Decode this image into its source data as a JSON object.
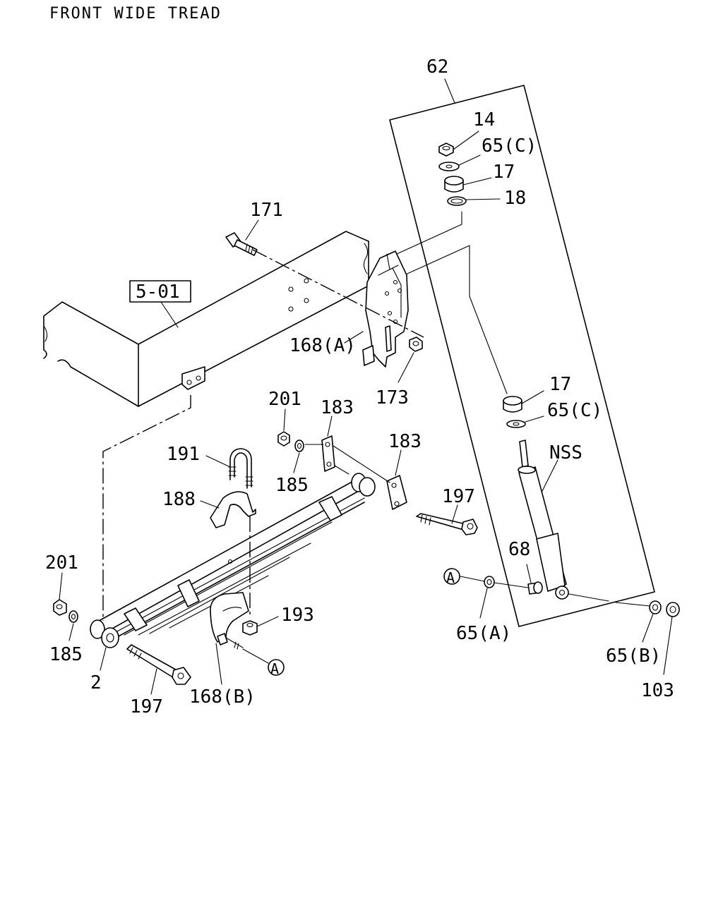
{
  "title": "FRONT WIDE TREAD",
  "reference_box": "5-01",
  "callouts": {
    "c62": "62",
    "c14": "14",
    "c65c_top": "65(C)",
    "c17_top": "17",
    "c18": "18",
    "c171": "171",
    "c168a": "168(A)",
    "c173": "173",
    "c17_mid": "17",
    "c65c_mid": "65(C)",
    "cNSS": "NSS",
    "c201_top": "201",
    "c183_left": "183",
    "c183_right": "183",
    "c191": "191",
    "c185_top": "185",
    "c188": "188",
    "c197_right": "197",
    "c68": "68",
    "c201_left": "201",
    "c185_left": "185",
    "c193": "193",
    "c65a": "65(A)",
    "c65b": "65(B)",
    "c103": "103",
    "c2": "2",
    "c197_bottom": "197",
    "c168b": "168(B)"
  },
  "markers": {
    "a1": "A",
    "a2": "A"
  }
}
